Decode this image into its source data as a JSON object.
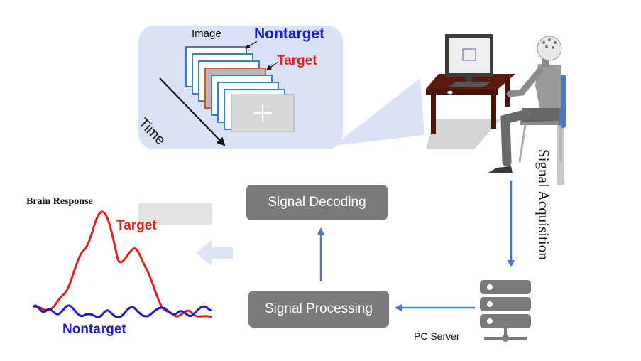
{
  "stimulus_panel": {
    "image_label": "Image",
    "nontarget_label": "Nontarget",
    "target_label": "Target",
    "time_label": "Time"
  },
  "flow": {
    "decoding_label": "Signal Decoding",
    "processing_label": "Signal Processing",
    "acquisition_label": "Signal Acquisition",
    "server_label": "PC Server"
  },
  "brain_response": {
    "title": "Brain Response",
    "target_label": "Target",
    "nontarget_label": "Nontarget"
  },
  "colors": {
    "panel_bg": "#d9e3f5",
    "frame_blue": "#3a7fc4",
    "target_red": "#e02020",
    "nontarget_blue": "#1b1bd6",
    "arrow_blue": "#4a74cc",
    "box_gray": "#7a7a7a",
    "desk_brown": "#5b1a0c"
  }
}
